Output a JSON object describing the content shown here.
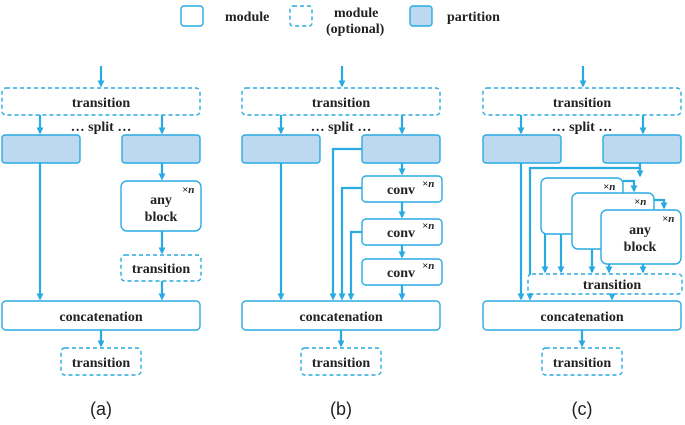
{
  "legend": {
    "module": "module",
    "module_optional_line1": "module",
    "module_optional_line2": "(optional)",
    "partition": "partition"
  },
  "common": {
    "transition": "transition",
    "split": "… split …",
    "concatenation": "concatenation",
    "times_n": "×n"
  },
  "panel_a": {
    "any_line1": "any",
    "any_line2": "block",
    "caption": "(a)"
  },
  "panel_b": {
    "conv": "conv",
    "caption": "(b)"
  },
  "panel_c": {
    "any_line1": "any",
    "any_line2": "block",
    "caption": "(c)"
  },
  "colors": {
    "accent": "#29abe2",
    "partition_fill": "#bcd9f0"
  }
}
